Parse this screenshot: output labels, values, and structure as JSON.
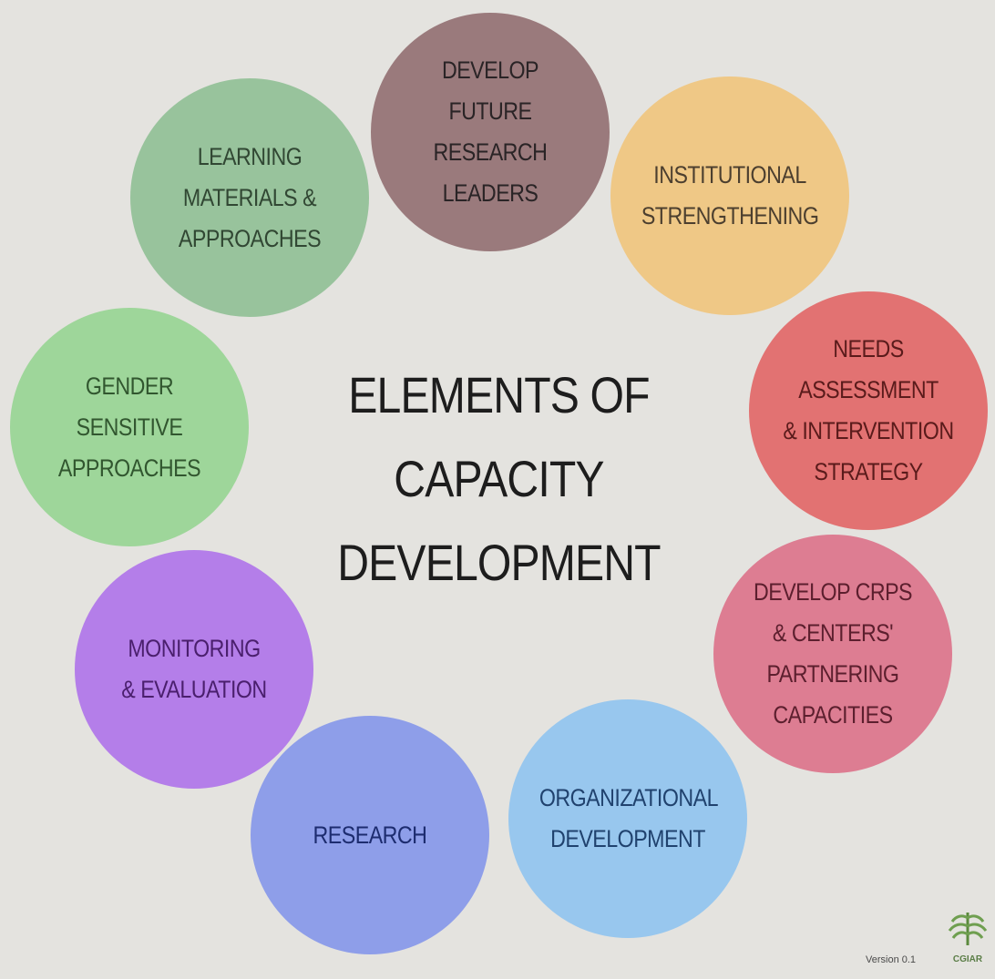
{
  "diagram": {
    "title_lines": [
      "ELEMENTS OF",
      "CAPACITY",
      "DEVELOPMENT"
    ],
    "elements": [
      {
        "id": "develop-future-research-leaders",
        "lines": [
          "DEVELOP",
          "FUTURE RESEARCH",
          "LEADERS"
        ],
        "color": "#9a7a7c",
        "text_color": "#2a2426"
      },
      {
        "id": "institutional-strengthening",
        "lines": [
          "INSTITUTIONAL",
          "STRENGTHENING"
        ],
        "color": "#efc886",
        "text_color": "#4c3f2f"
      },
      {
        "id": "needs-assessment-intervention-strategy",
        "lines": [
          "NEEDS",
          "ASSESSMENT",
          "& INTERVENTION",
          "STRATEGY"
        ],
        "color": "#e27272",
        "text_color": "#5a1b1b"
      },
      {
        "id": "develop-crps-centers-partnering-capacities",
        "lines": [
          "DEVELOP CRPS",
          "& CENTERS'",
          "PARTNERING",
          "CAPACITIES"
        ],
        "color": "#dd7d92",
        "text_color": "#5c1f2e"
      },
      {
        "id": "organizational-development",
        "lines": [
          "ORGANIZATIONAL",
          "DEVELOPMENT"
        ],
        "color": "#98c7ee",
        "text_color": "#20426e"
      },
      {
        "id": "research",
        "lines": [
          "RESEARCH"
        ],
        "color": "#8e9ee9",
        "text_color": "#1d2c6f"
      },
      {
        "id": "monitoring-evaluation",
        "lines": [
          "MONITORING",
          "& EVALUATION"
        ],
        "color": "#b47ee9",
        "text_color": "#4a1f6d"
      },
      {
        "id": "gender-sensitive-approaches",
        "lines": [
          "GENDER",
          "SENSITIVE",
          "APPROACHES"
        ],
        "color": "#9ed69a",
        "text_color": "#31562f"
      },
      {
        "id": "learning-materials-approaches",
        "lines": [
          "LEARNING",
          "MATERIALS &",
          "APPROACHES"
        ],
        "color": "#98c39c",
        "text_color": "#314733"
      }
    ]
  },
  "footer": {
    "version": "Version 0.1",
    "logo_text": "CGIAR",
    "logo_icon": "cgiar-wheat-logo-icon"
  }
}
